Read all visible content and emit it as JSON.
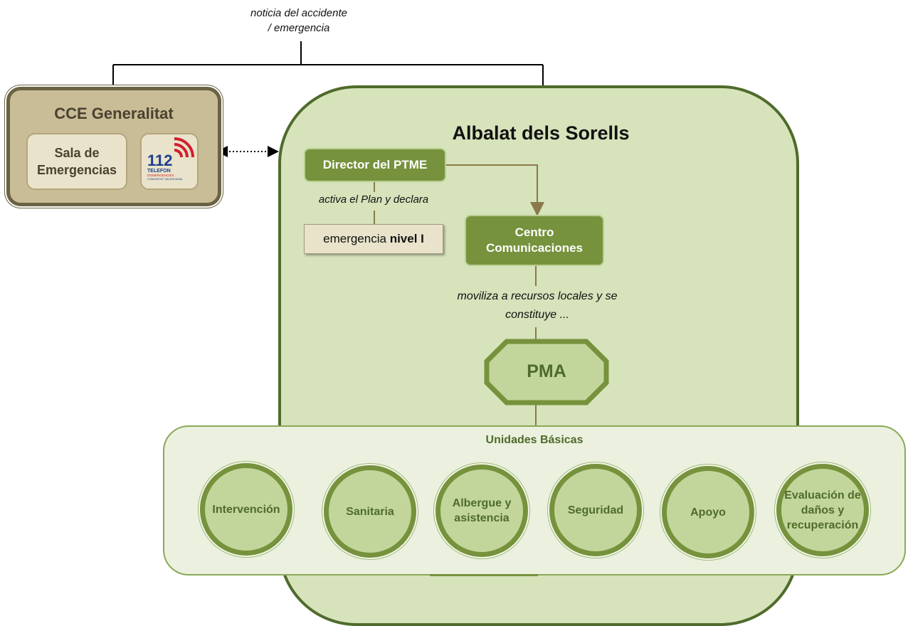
{
  "top_note": {
    "line1": "noticia del accidente",
    "line2": "/ emergencia"
  },
  "cce": {
    "title": "CCE Generalitat",
    "sala_line1": "Sala de",
    "sala_line2": "Emergencias",
    "logo": {
      "number": "112",
      "text1": "TELEFON",
      "text2": "D'EMERGENCIES",
      "text3": "COMUNITAT VALENCIANA"
    }
  },
  "albalat": {
    "title": "Albalat dels Sorells",
    "director": "Director del PTME",
    "activa": "activa el Plan y declara",
    "nivel_prefix": "emergencia ",
    "nivel_bold": "nivel I",
    "centro_line1": "Centro",
    "centro_line2": "Comunicaciones",
    "moviliza_line1": "moviliza a recursos locales y se",
    "moviliza_line2": "constituye ...",
    "pma": "PMA"
  },
  "unidades": {
    "title": "Unidades Básicas",
    "items": [
      {
        "line1": "Intervención",
        "line2": "",
        "line3": ""
      },
      {
        "line1": "Sanitaria",
        "line2": "",
        "line3": ""
      },
      {
        "line1": "Albergue y",
        "line2": "asistencia",
        "line3": ""
      },
      {
        "line1": "Seguridad",
        "line2": "",
        "line3": ""
      },
      {
        "line1": "Apoyo",
        "line2": "",
        "line3": ""
      },
      {
        "line1": "Evaluación de",
        "line2": "daños y",
        "line3": "recuperación"
      }
    ]
  },
  "colors": {
    "dark_green": "#4f6b2b",
    "mid_green": "#76923c",
    "light_green": "#d6e3bb",
    "circle_fill": "#c2d69b",
    "tan": "#c8bd96",
    "brown": "#6b6244",
    "logo_red": "#d21f2b",
    "logo_blue": "#1d3f8f"
  }
}
